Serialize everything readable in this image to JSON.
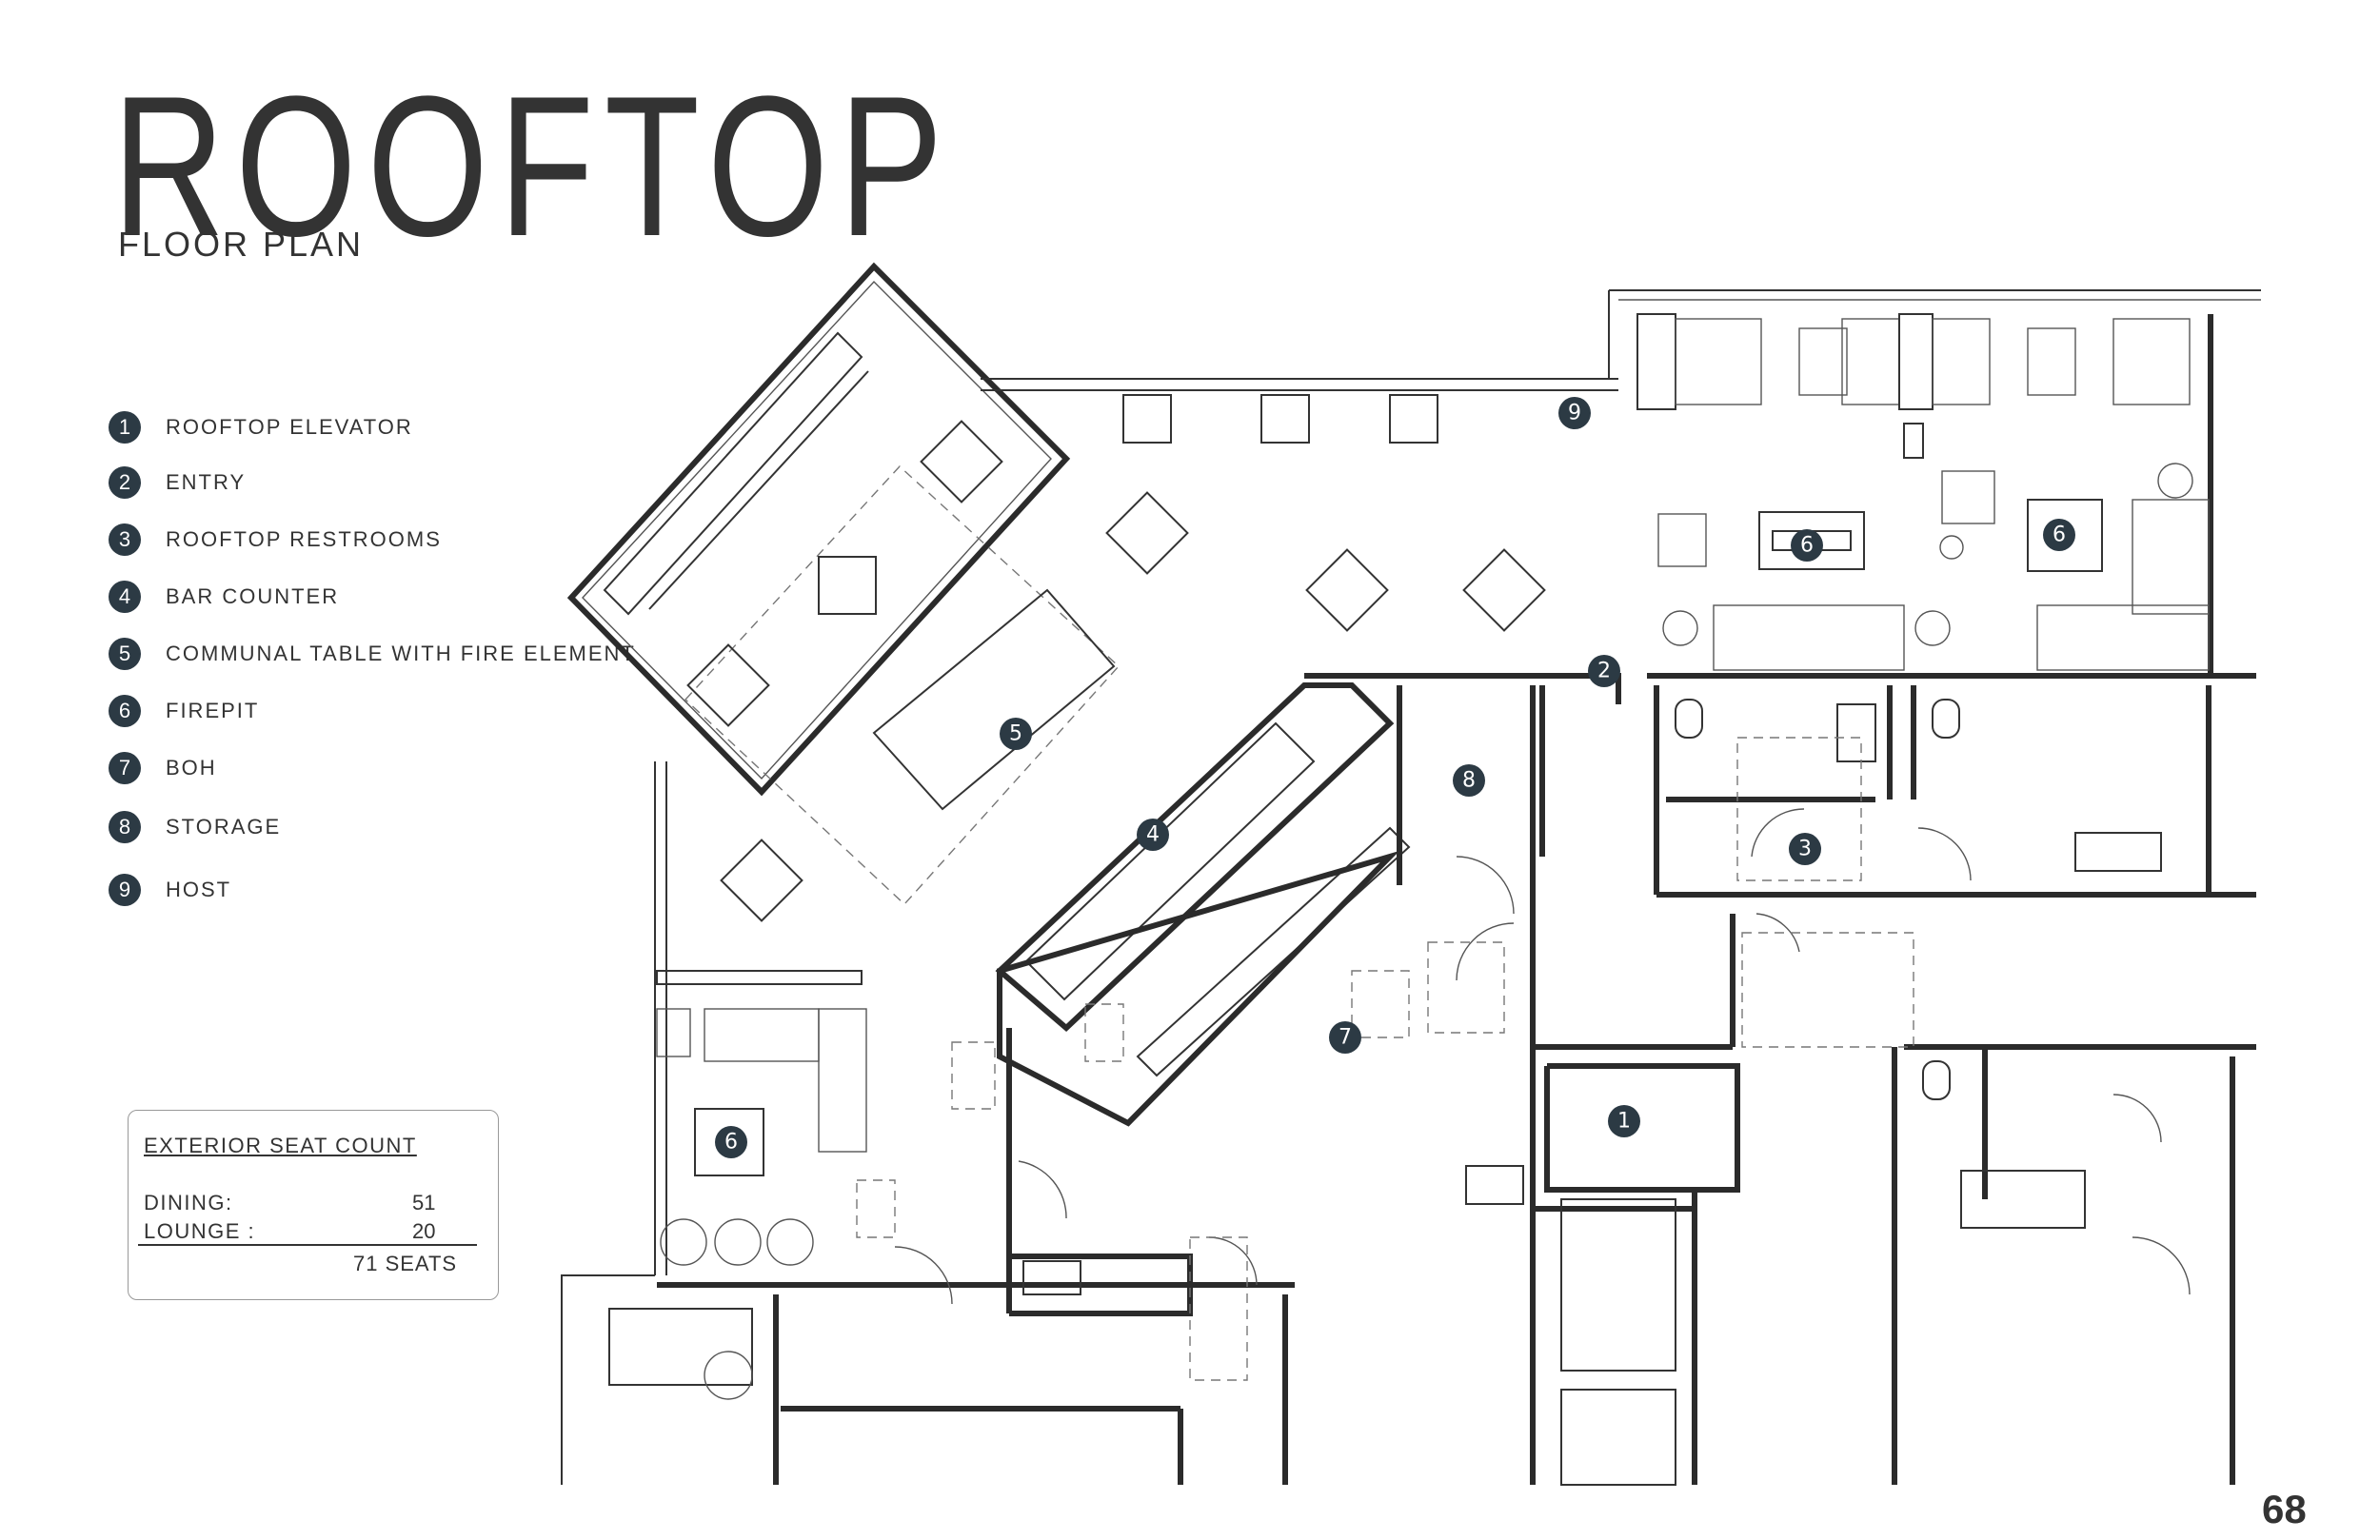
{
  "header": {
    "title": "ROOFTOP",
    "subtitle": "FLOOR PLAN"
  },
  "legend": [
    {
      "num": "1",
      "label": "ROOFTOP ELEVATOR"
    },
    {
      "num": "2",
      "label": "ENTRY"
    },
    {
      "num": "3",
      "label": "ROOFTOP RESTROOMS"
    },
    {
      "num": "4",
      "label": "BAR COUNTER"
    },
    {
      "num": "5",
      "label": "COMMUNAL TABLE WITH FIRE ELEMENT"
    },
    {
      "num": "6",
      "label": "FIREPIT"
    },
    {
      "num": "7",
      "label": "BOH"
    },
    {
      "num": "8",
      "label": "STORAGE"
    },
    {
      "num": "9",
      "label": "HOST"
    }
  ],
  "seat_count": {
    "title": "EXTERIOR SEAT COUNT",
    "dining_label": "DINING:",
    "dining_value": "51",
    "lounge_label": "LOUNGE :",
    "lounge_value": "20",
    "total": "71 SEATS"
  },
  "plan_tags": {
    "elevator": "1",
    "entry": "2",
    "restrooms": "3",
    "bar": "4",
    "communal": "5",
    "firepit": "6",
    "boh": "7",
    "storage": "8",
    "host": "9"
  },
  "page_number": "68",
  "colors": {
    "ink": "#333333",
    "tag_fill": "#2c3a44",
    "wall": "#2b2b2b"
  }
}
